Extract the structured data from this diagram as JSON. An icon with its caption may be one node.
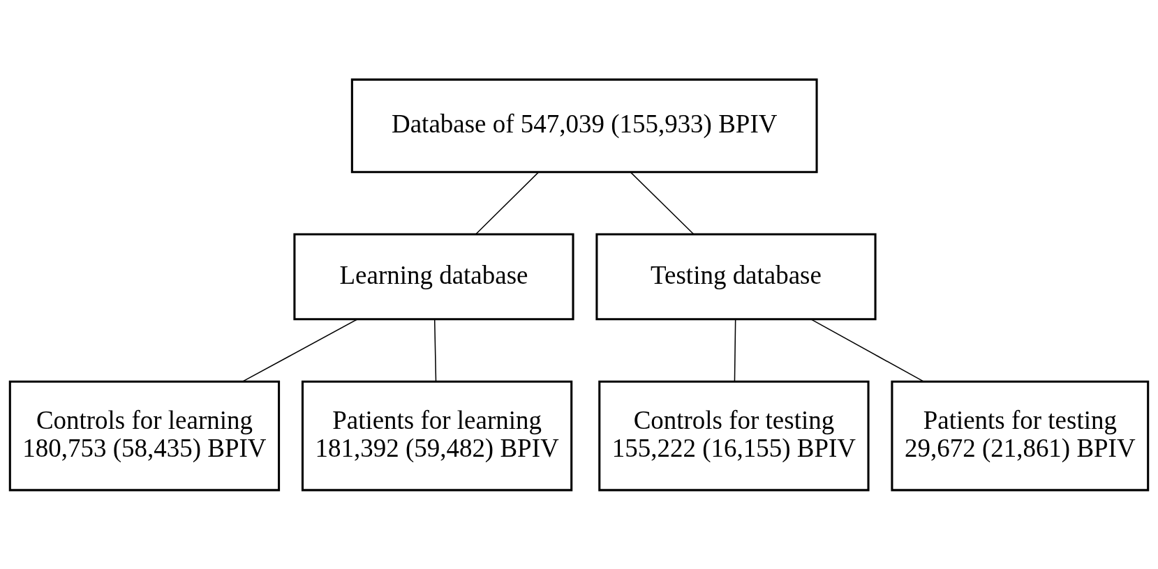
{
  "diagram": {
    "nodes": [
      {
        "text": [
          "Database of 547,039 (155,933) BPIV"
        ]
      },
      {
        "text": [
          "Learning database"
        ]
      },
      {
        "text": [
          "Testing database"
        ]
      },
      {
        "text": [
          "Controls for learning 180,753 (58,435) BPIV"
        ]
      },
      {
        "text": [
          "Patients for learning 181,392 (59,482) BPIV"
        ]
      },
      {
        "text": [
          "Controls for testing 155,222 (16,155) BPIV"
        ]
      },
      {
        "text": [
          "Patients for testing 29,672 (21,861) BPIV"
        ]
      }
    ],
    "edges": [
      {
        "from": 0,
        "to": 1,
        "arrow": "none"
      },
      {
        "from": 0,
        "to": 2,
        "arrow": "none"
      },
      {
        "from": 1,
        "to": 3,
        "arrow": "none"
      },
      {
        "from": 1,
        "to": 4,
        "arrow": "none"
      },
      {
        "from": 2,
        "to": 5,
        "arrow": "none"
      },
      {
        "from": 2,
        "to": 6,
        "arrow": "none"
      }
    ]
  }
}
